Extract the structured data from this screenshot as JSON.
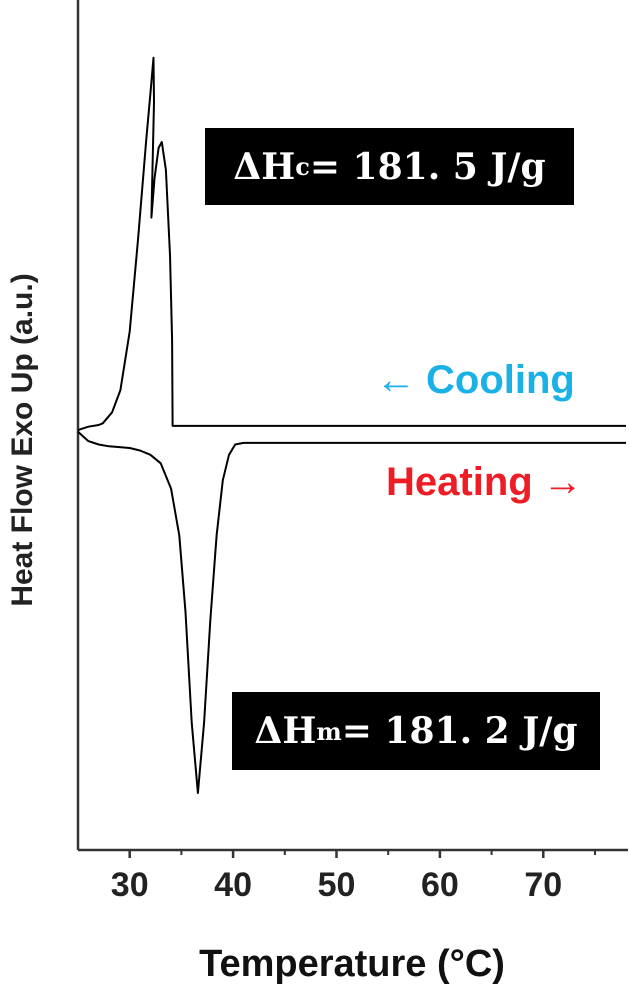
{
  "chart_data": {
    "type": "line",
    "title": "",
    "xlabel": "Temperature (°C)",
    "ylabel": "Heat Flow Exo Up (a.u.)",
    "xlim": [
      25,
      78
    ],
    "ylim": [
      0,
      100
    ],
    "xticks": [
      30,
      40,
      50,
      60,
      70
    ],
    "xminor": [
      35,
      45,
      55,
      65,
      75
    ],
    "grid": false,
    "series": [
      {
        "name": "Cooling",
        "color": "#000000",
        "x": [
          25,
          26,
          27,
          27.4,
          28.3,
          29.1,
          30,
          30.8,
          31.6,
          32.0,
          32.3,
          32.35,
          32.1,
          32.4,
          32.8,
          33.1,
          33.5,
          33.9,
          34.1,
          34.15,
          40,
          60,
          78
        ],
        "y": [
          49.4,
          49.8,
          50.0,
          50.2,
          51.5,
          54.1,
          61,
          71.8,
          83.5,
          89,
          93.2,
          88,
          74.4,
          79,
          82.6,
          83.3,
          80,
          70,
          60,
          49.9,
          49.9,
          49.9,
          49.9
        ]
      },
      {
        "name": "Heating",
        "color": "#000000",
        "x": [
          25,
          26,
          27,
          28,
          29,
          30,
          31,
          32,
          33,
          34,
          34.8,
          35.4,
          36,
          36.6,
          37.2,
          37.8,
          38.4,
          39,
          39.6,
          40.2,
          41,
          50,
          78
        ],
        "y": [
          49.2,
          48.1,
          47.7,
          47.5,
          47.4,
          47.3,
          47.0,
          46.5,
          45.5,
          42.5,
          37,
          28,
          15,
          6.7,
          15,
          27,
          37,
          43.5,
          46.5,
          47.7,
          47.9,
          47.9,
          47.9
        ]
      }
    ],
    "annotations": {
      "dHc": {
        "prefix": "ΔH",
        "sub": "c",
        "text": "= 181. 5 J/g"
      },
      "dHm": {
        "prefix": "ΔH",
        "sub": "m",
        "text": "= 181. 2 J/g"
      },
      "cooling": {
        "label": "Cooling",
        "arrow": "←",
        "color": "#1ab0e8"
      },
      "heating": {
        "label": "Heating",
        "arrow": "→",
        "color": "#ee1c25"
      }
    }
  }
}
